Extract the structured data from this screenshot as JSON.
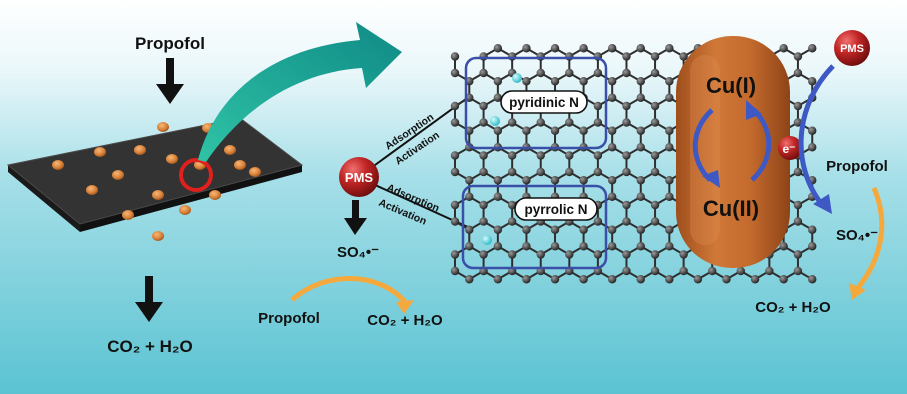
{
  "labels": {
    "propofol_top": "Propofol",
    "co2_h2o_left": "CO₂ + H₂O",
    "pms_center": "PMS",
    "so4_center": "SO₄•⁻",
    "propofol_bottom": "Propofol",
    "co2_h2o_bottom": "CO₂ + H₂O",
    "adsorption_1": "Adsorption",
    "activation_1": "Activation",
    "adsorption_2": "Adsorption",
    "activation_2": "Activation",
    "pyridinic_n": "pyridinic N",
    "pyrrolic_n": "pyrrolic N",
    "cu_i": "Cu(I)",
    "cu_ii": "Cu(II)",
    "electron": "e⁻",
    "pms_right": "PMS",
    "propofol_right": "Propofol",
    "so4_right": "SO₄•⁻",
    "co2_h2o_right": "CO₂ + H₂O"
  },
  "colors": {
    "water_top": "#ffffff",
    "water_bottom": "#5bc3d2",
    "catalyst_sheet": "#2b2b2b",
    "cu_particle": "#d9823a",
    "highlight_ring": "#e0201c",
    "teal_arrow": "#1aa791",
    "pms_ball": "#b32020",
    "n_box": "#3a4fa8",
    "nitrogen_atom": "#5ad8e0",
    "carbon_atom": "#3a3a3a",
    "cu_capsule": "#c2692d",
    "cycle_arrow": "#3f59c4",
    "orange_arrow": "#f5a93d"
  }
}
